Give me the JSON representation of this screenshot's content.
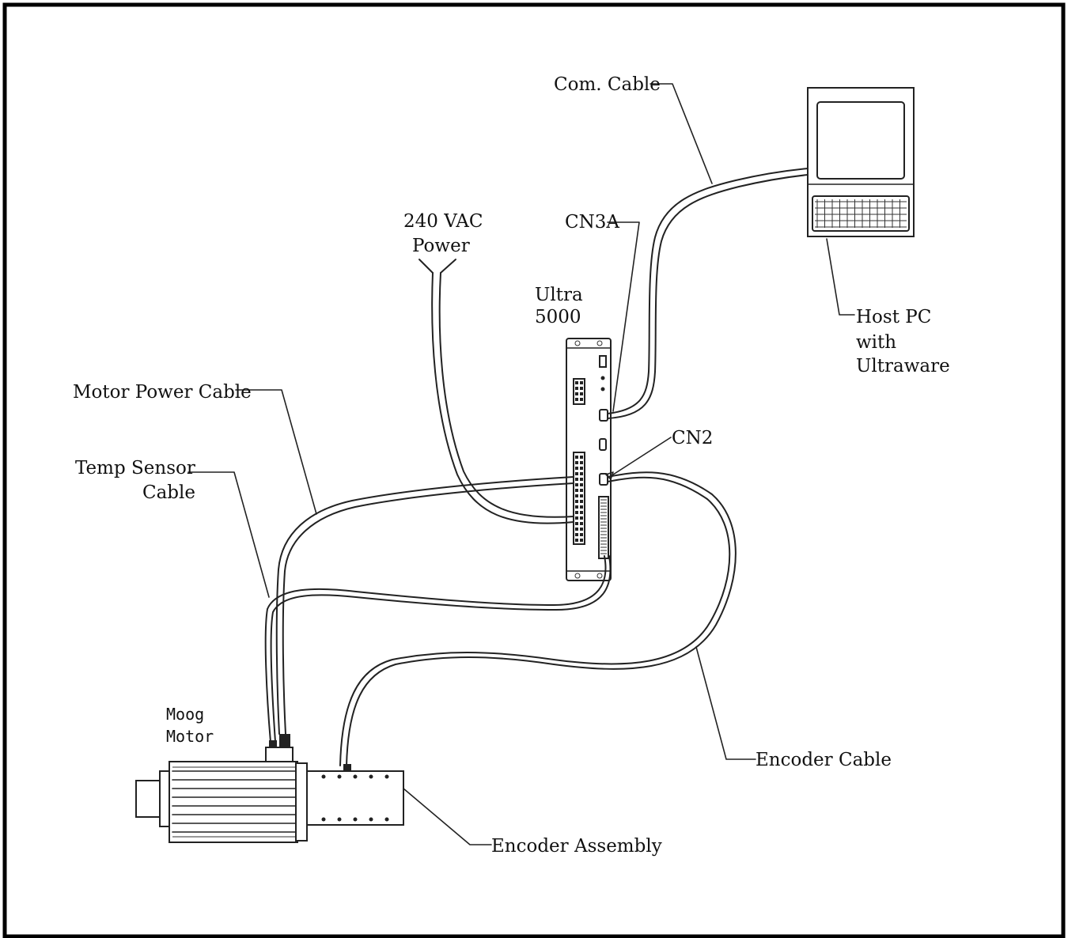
{
  "labels": {
    "com_cable": "Com. Cable",
    "power_line1": "240 VAC",
    "power_line2": "Power",
    "cn3a": "CN3A",
    "ultra_line1": "Ultra",
    "ultra_line2": "5000",
    "host_line1": "Host PC",
    "host_line2": "with",
    "host_line3": "Ultraware",
    "motor_power_cable": "Motor Power Cable",
    "temp_line1": "Temp Sensor",
    "temp_line2": "Cable",
    "cn2": "CN2",
    "moog_line1": "Moog",
    "moog_line2": "Motor",
    "encoder_cable": "Encoder Cable",
    "encoder_assembly": "Encoder Assembly"
  },
  "icons": [
    "host-pc-icon",
    "ultra5000-drive-icon",
    "moog-motor-icon",
    "encoder-assembly-icon"
  ],
  "colors": {
    "ink": "#222222",
    "background": "#ffffff",
    "border": "#000000"
  }
}
